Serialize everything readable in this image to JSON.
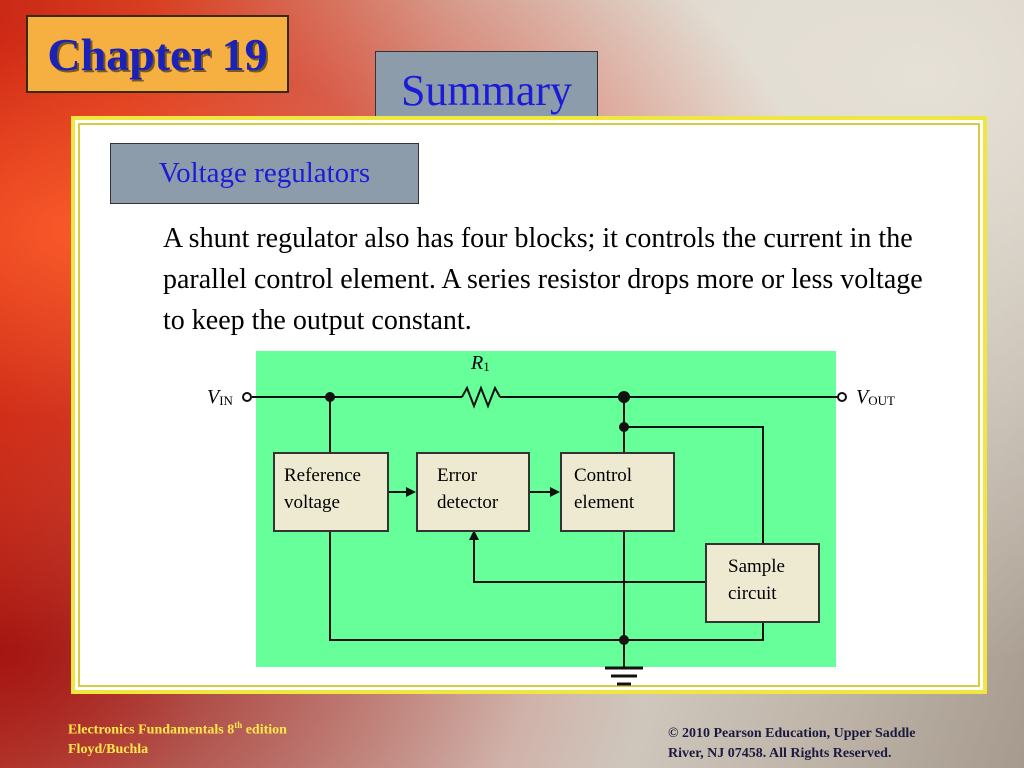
{
  "header": {
    "chapter": "Chapter 19",
    "section": "Summary"
  },
  "topic": "Voltage regulators",
  "body_text": "A shunt regulator also has four blocks; it controls the current in the parallel control element. A series resistor drops more or less voltage to keep the output constant.",
  "diagram": {
    "resistor_label": "R",
    "resistor_sub": "1",
    "vin_label": "V",
    "vin_sub": "IN",
    "vout_label": "V",
    "vout_sub": "OUT",
    "blocks": {
      "reference": [
        "Reference",
        "voltage"
      ],
      "error": [
        "Error",
        "detector"
      ],
      "control": [
        "Control",
        "element"
      ],
      "sample": [
        "Sample",
        "circuit"
      ]
    }
  },
  "footer": {
    "book": "Electronics Fundamentals 8",
    "book_sup": "th",
    "book_edition": " edition",
    "authors": "Floyd/Buchla",
    "copyright_line1": "© 2010 Pearson Education, Upper Saddle",
    "copyright_line2": "River, NJ 07458.  All Rights Reserved."
  }
}
